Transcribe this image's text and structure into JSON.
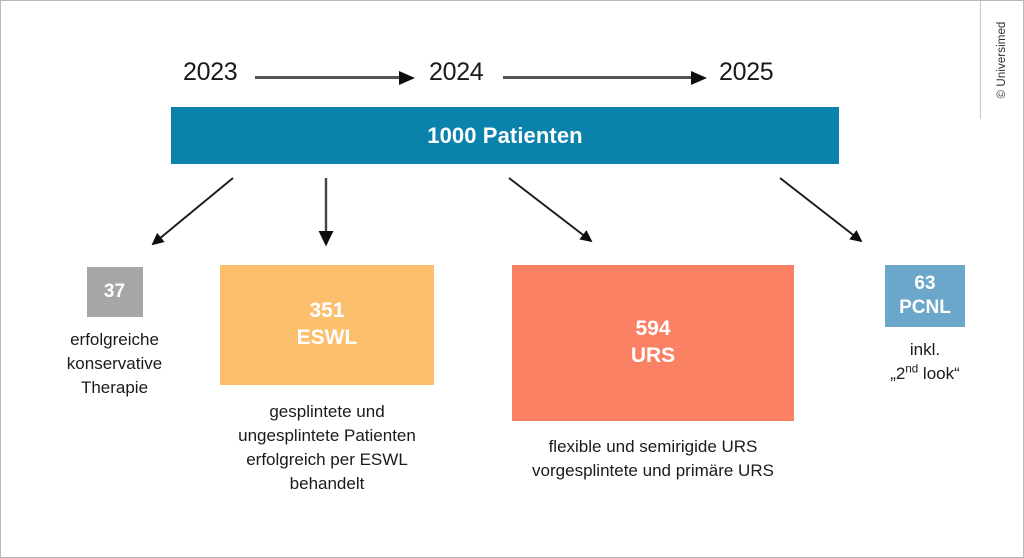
{
  "copyright": "© Universimed",
  "timeline": {
    "years": [
      "2023",
      "2024",
      "2025"
    ],
    "arrow_icon_1": "right-arrow-icon",
    "arrow_icon_2": "right-arrow-icon"
  },
  "cohort": {
    "label": "1000 Patienten",
    "count": 1000,
    "color": "#0b82ab"
  },
  "branches": [
    {
      "id": "konservativ",
      "count": "37",
      "method": "",
      "color": "#a6a6a6",
      "caption": [
        "erfolgreiche",
        "konservative",
        "Therapie"
      ]
    },
    {
      "id": "eswl",
      "count": "351",
      "method": "ESWL",
      "color": "#fcbf6e",
      "caption": [
        "gesplintete und",
        "ungesplintete Patienten",
        "erfolgreich per ESWL",
        "behandelt"
      ]
    },
    {
      "id": "urs",
      "count": "594",
      "method": "URS",
      "color": "#fb8164",
      "caption": [
        "flexible und semirigide URS",
        "vorgesplintete und primäre URS"
      ]
    },
    {
      "id": "pcnl",
      "count": "63",
      "method": "PCNL",
      "color": "#6ba6cb",
      "caption_line1": "inkl.",
      "caption_line2_pre": "„2",
      "caption_line2_sup": "nd",
      "caption_line2_post": " look“"
    }
  ],
  "chart_data": {
    "type": "diagram",
    "title": "1000 Patienten",
    "categories": [
      "erfolgreiche konservative Therapie",
      "ESWL",
      "URS",
      "PCNL"
    ],
    "values": [
      37,
      351,
      594,
      63
    ],
    "total": 1000,
    "timeline": [
      "2023",
      "2024",
      "2025"
    ]
  }
}
